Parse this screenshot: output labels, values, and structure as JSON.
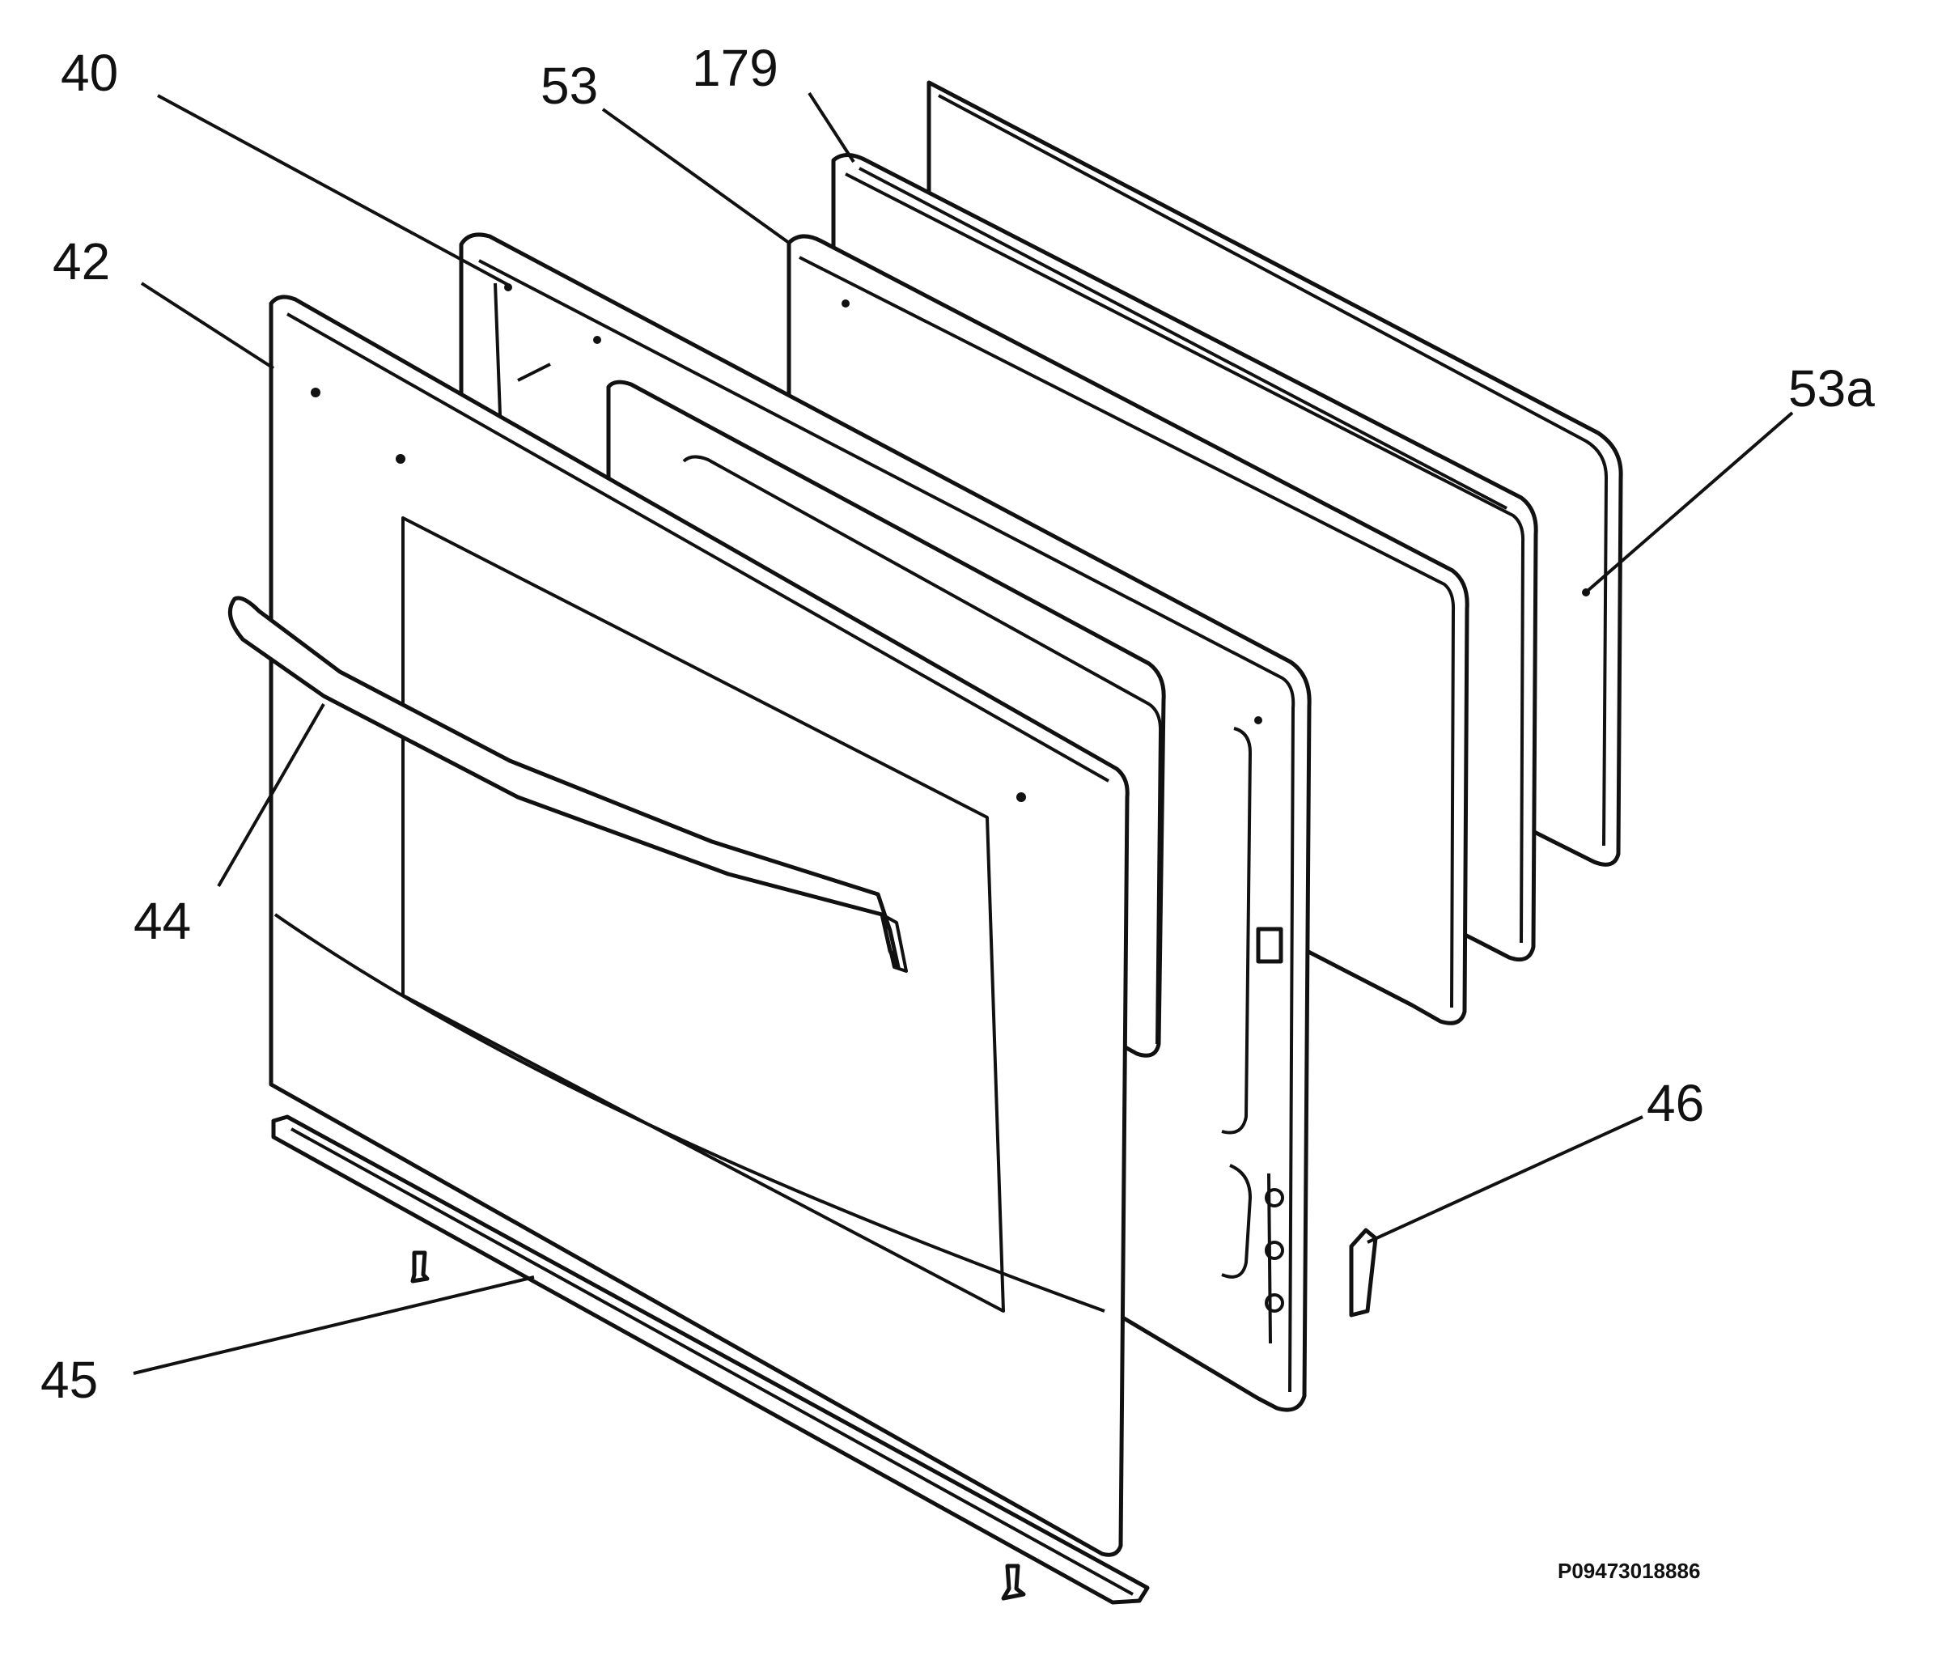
{
  "diagram": {
    "part_labels": [
      {
        "id": "40",
        "text": "40"
      },
      {
        "id": "53",
        "text": "53"
      },
      {
        "id": "179",
        "text": "179"
      },
      {
        "id": "42",
        "text": "42"
      },
      {
        "id": "53a",
        "text": "53a"
      },
      {
        "id": "44",
        "text": "44"
      },
      {
        "id": "46",
        "text": "46"
      },
      {
        "id": "45",
        "text": "45"
      }
    ],
    "drawing_code": "P09473018886"
  }
}
